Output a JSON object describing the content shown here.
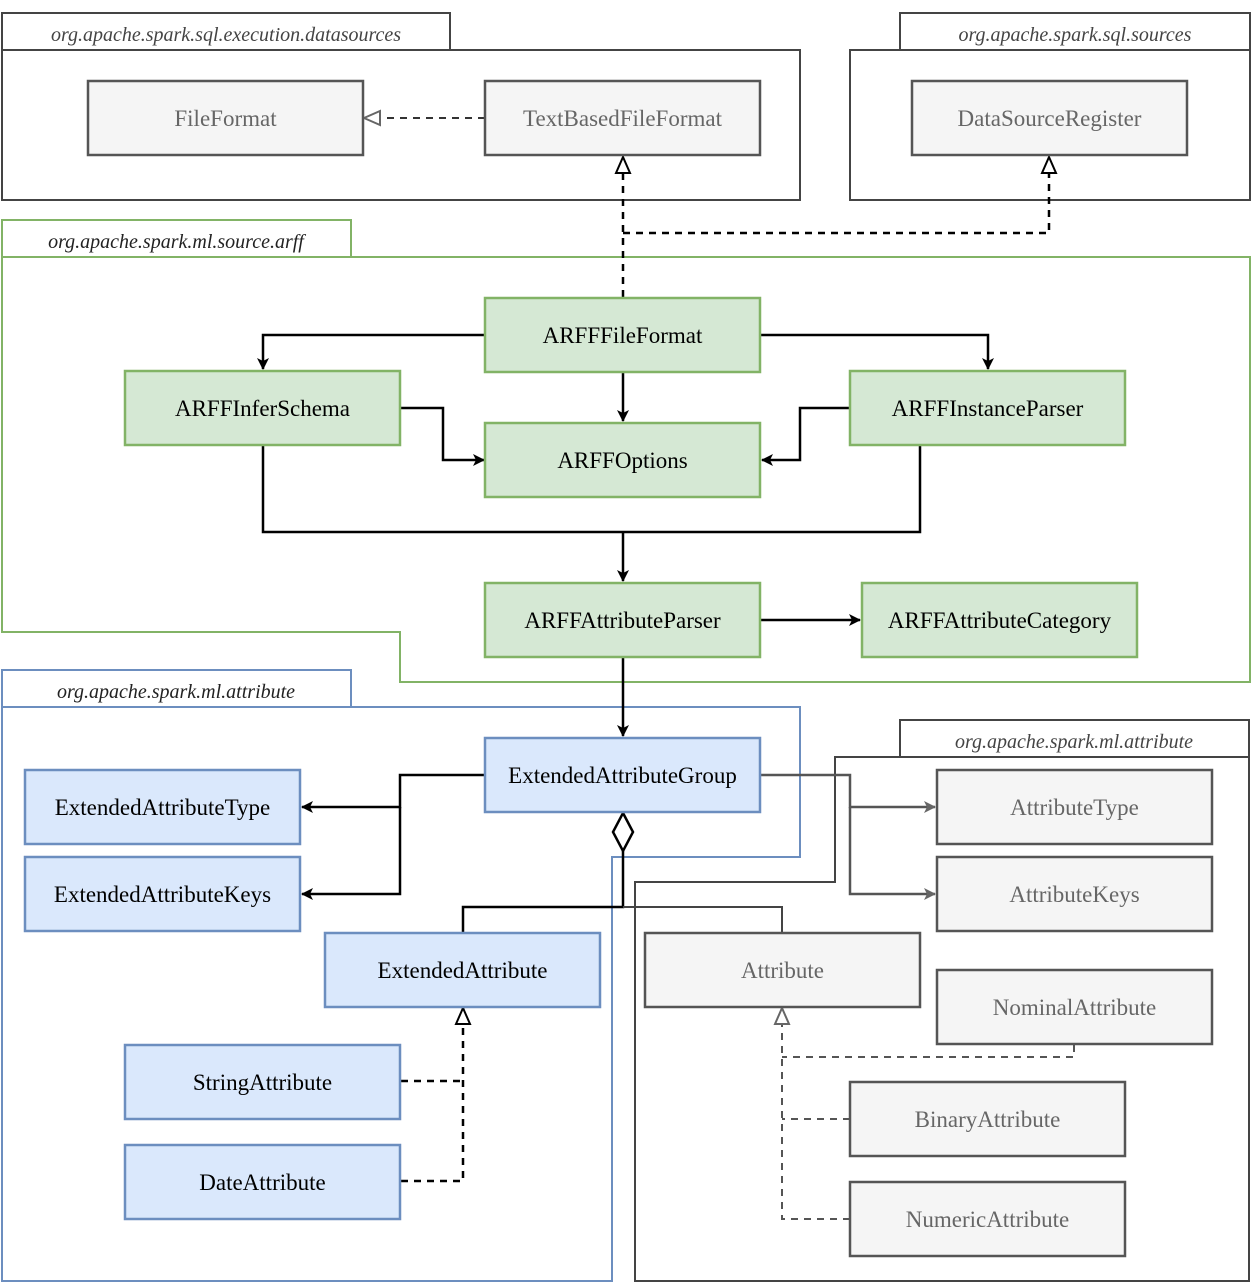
{
  "packages": {
    "sql_execution_datasources": "org.apache.spark.sql.execution.datasources",
    "sql_sources": "org.apache.spark.sql.sources",
    "ml_source_arff": "org.apache.spark.ml.source.arff",
    "ml_attribute_ext": "org.apache.spark.ml.attribute",
    "ml_attribute": "org.apache.spark.ml.attribute"
  },
  "classes": {
    "file_format": "FileFormat",
    "text_based_file_format": "TextBasedFileFormat",
    "data_source_register": "DataSourceRegister",
    "arff_file_format": "ARFFFileFormat",
    "arff_infer_schema": "ARFFInferSchema",
    "arff_instance_parser": "ARFFInstanceParser",
    "arff_options": "ARFFOptions",
    "arff_attribute_parser": "ARFFAttributeParser",
    "arff_attribute_category": "ARFFAttributeCategory",
    "extended_attribute_group": "ExtendedAttributeGroup",
    "extended_attribute_type": "ExtendedAttributeType",
    "extended_attribute_keys": "ExtendedAttributeKeys",
    "extended_attribute": "ExtendedAttribute",
    "string_attribute": "StringAttribute",
    "date_attribute": "DateAttribute",
    "attribute_type": "AttributeType",
    "attribute_keys": "AttributeKeys",
    "attribute": "Attribute",
    "nominal_attribute": "NominalAttribute",
    "binary_attribute": "BinaryAttribute",
    "numeric_attribute": "NumericAttribute"
  },
  "colors": {
    "grey_fill": "#f5f5f5",
    "grey_stroke": "#666666",
    "grey_text": "#666666",
    "green_fill": "#d5e8d4",
    "green_stroke": "#82b366",
    "blue_fill": "#dae8fc",
    "blue_stroke": "#6c8ebf",
    "black": "#000000"
  }
}
